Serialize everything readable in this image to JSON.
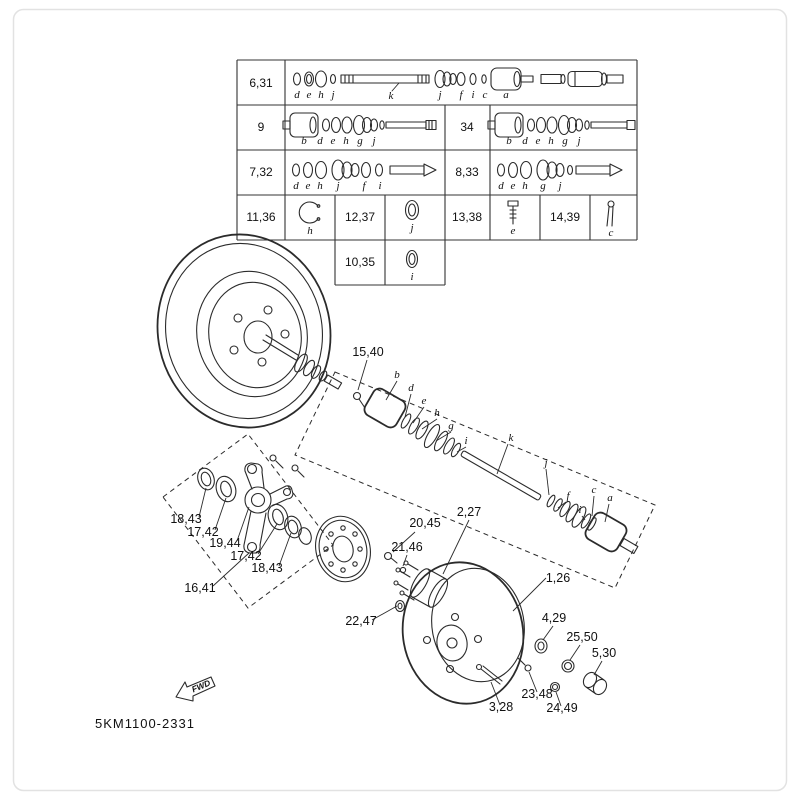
{
  "drawing": {
    "number": "5KM1100-2331",
    "fwd_label": "FWD"
  },
  "table": {
    "refs": {
      "r6_31": "6,31",
      "r9": "9",
      "r34": "34",
      "r7_32": "7,32",
      "r8_33": "8,33",
      "r11_36": "11,36",
      "r12_37": "12,37",
      "r13_38": "13,38",
      "r14_39": "14,39",
      "r10_35": "10,35"
    },
    "letters": {
      "row1": [
        "d",
        "e",
        "h",
        "j",
        "k",
        "j",
        "f",
        "i",
        "c",
        "a"
      ],
      "row2_left": [
        "b",
        "d",
        "e",
        "h",
        "g",
        "j"
      ],
      "row2_right": [
        "b",
        "d",
        "e",
        "h",
        "g",
        "j"
      ],
      "row3_left": [
        "d",
        "e",
        "h",
        "j",
        "f",
        "i"
      ],
      "row3_right": [
        "d",
        "e",
        "h",
        "g",
        "j"
      ],
      "cell_11_36": "h",
      "cell_12_37": "j",
      "cell_13_38": "e",
      "cell_14_39": "c",
      "cell_10_35": "i"
    }
  },
  "diagram": {
    "callouts": {
      "c15_40": "15,40",
      "c18_43_a": "18,43",
      "c17_42_a": "17,42",
      "c19_44": "19,44",
      "c17_42_b": "17,42",
      "c18_43_b": "18,43",
      "c16_41": "16,41",
      "c20_45": "20,45",
      "c21_46": "21,46",
      "c2_27": "2,27",
      "c1_26": "1,26",
      "c22_47": "22,47",
      "c4_29": "4,29",
      "c25_50": "25,50",
      "c5_30": "5,30",
      "c23_48": "23,48",
      "c24_49": "24,49",
      "c3_28": "3,28"
    },
    "part_letters": {
      "b": "b",
      "d": "d",
      "e": "e",
      "h": "h",
      "g": "g",
      "i1": "i",
      "k": "k",
      "j": "j",
      "f": "f",
      "i2": "i",
      "c": "c",
      "a": "a"
    }
  }
}
